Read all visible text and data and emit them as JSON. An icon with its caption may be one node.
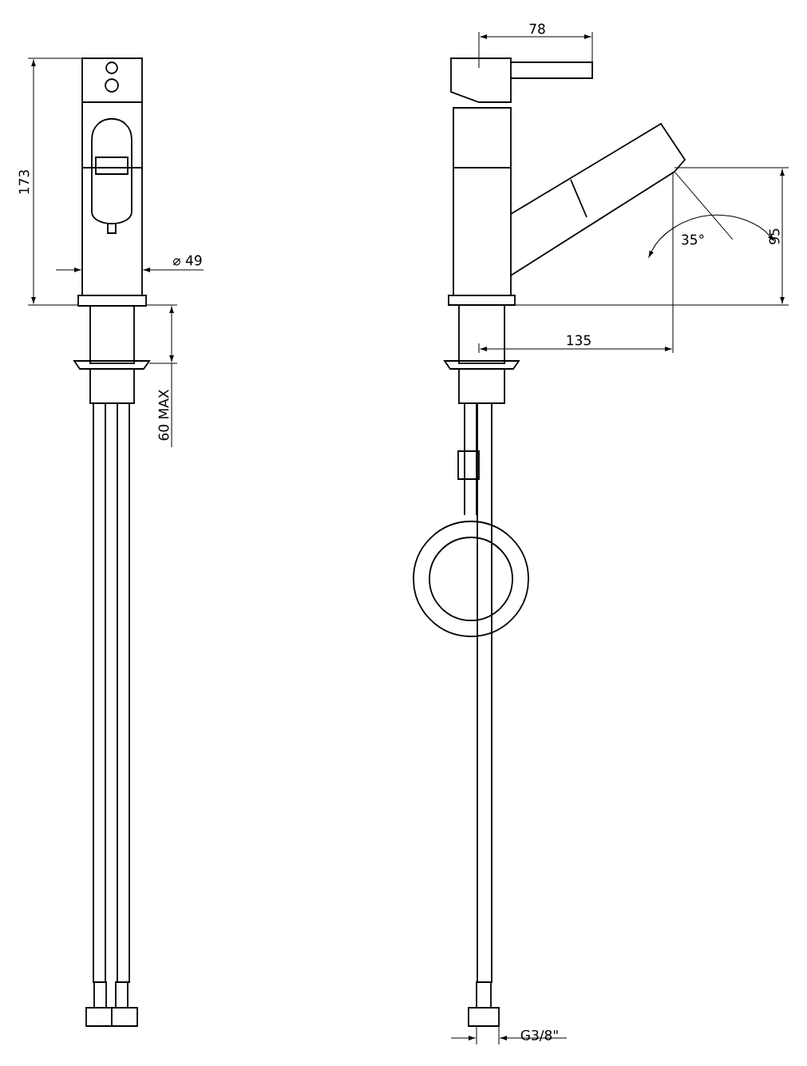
{
  "diagram": {
    "labels": [
      "78",
      "173",
      "⌀ 49",
      "35°",
      "95",
      "135",
      "60 MAX",
      "G3/8\""
    ]
  }
}
